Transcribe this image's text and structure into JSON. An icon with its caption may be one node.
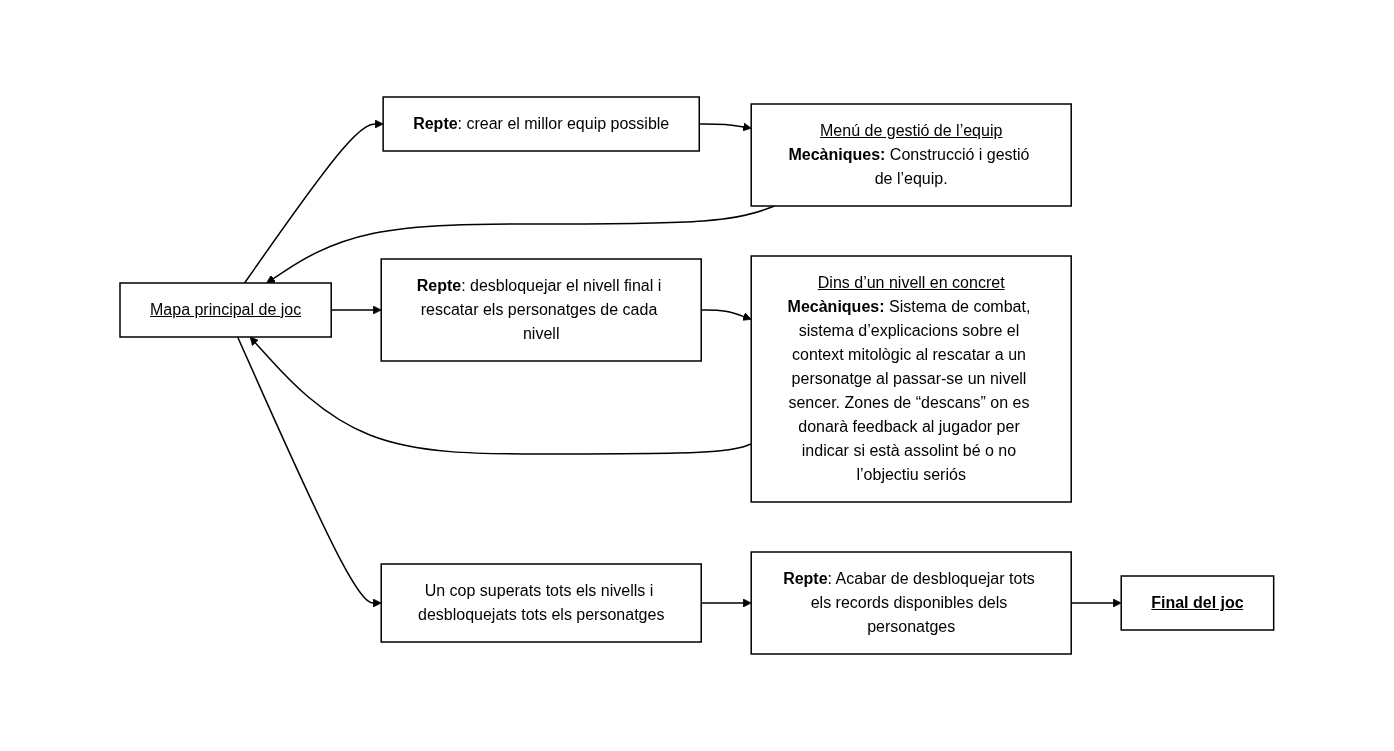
{
  "diagram": {
    "nodes": [
      {
        "text": [
          "Mapa principal de joc"
        ]
      },
      {
        "text": [
          "**Repte**: crear el millor equip possible"
        ]
      },
      {
        "text": [
          "Menú de gestió de l’equip",
          "**Mecàniques:** Construcció i gestió de l’equip."
        ]
      },
      {
        "text": [
          "**Repte**: desbloquejar el nivell final i rescatar els personatges de cada nivell"
        ]
      },
      {
        "text": [
          "Dins d’un nivell en concret",
          "**Mecàniques:** Sistema de combat, sistema d’explicacions sobre el context mitològic al rescatar a un personatge al passar-se un nivell sencer. Zones de “descans” on es donarà feedback al jugador per indicar si està assolint bé o no l’objectiu seriós"
        ]
      },
      {
        "text": [
          "Un cop superats tots els nivells i desbloquejats tots els personatges"
        ]
      },
      {
        "text": [
          "**Repte**: Acabar de desbloquejar tots els records disponibles dels personatges"
        ]
      },
      {
        "text": [
          "Final del joc"
        ]
      }
    ],
    "edges": [
      {
        "from": 0,
        "to": 1,
        "arrow": "to"
      },
      {
        "from": 1,
        "to": 2,
        "arrow": "to"
      },
      {
        "from": 2,
        "to": 0,
        "arrow": "to"
      },
      {
        "from": 4,
        "to": 0,
        "arrow": "to"
      },
      {
        "from": 0,
        "to": 3,
        "arrow": "to"
      },
      {
        "from": 3,
        "to": 4,
        "arrow": "to"
      },
      {
        "from": 0,
        "to": 5,
        "arrow": "to"
      },
      {
        "from": 5,
        "to": 6,
        "arrow": "to"
      },
      {
        "from": 6,
        "to": 7,
        "arrow": "to"
      }
    ]
  }
}
